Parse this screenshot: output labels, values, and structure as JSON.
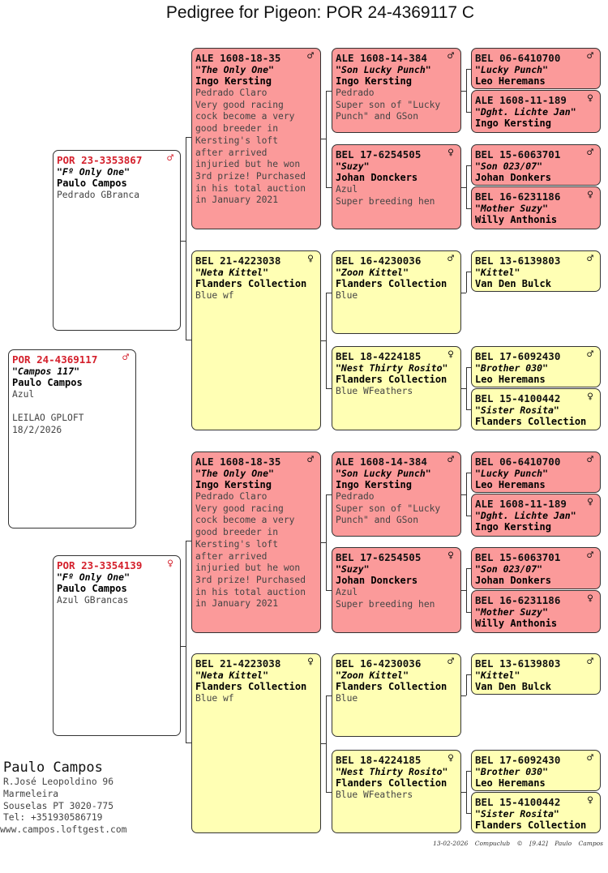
{
  "title": "Pedigree for Pigeon: POR 24-4369117 C",
  "breeder": {
    "name": "Paulo Campos",
    "lines": [
      "R.José Leopoldino 96",
      "Marmeleira",
      "Souselas PT 3020-775",
      "Tel: +351930586719"
    ],
    "website": "www.campos.loftgest.com"
  },
  "footer": "13-02-2026   Compuclub © [9.42]   Paulo Campos",
  "colors": {
    "red_box": "#fb9a9a",
    "yellow_box": "#ffffb4",
    "highlight": "#d4202c"
  },
  "boxes": [
    {
      "key": "s",
      "bg": "white",
      "hl": true,
      "ring": "POR 24-4369117",
      "sex": "♂",
      "name": "\"Campos 117\"",
      "owner": "Paulo Campos",
      "lines": [
        "Azul",
        "",
        "LEILAO GPLOFT",
        "18/2/2026"
      ]
    },
    {
      "key": "f",
      "bg": "white",
      "hl": true,
      "ring": "POR 23-3353867",
      "sex": "♂",
      "name": "\"Fº Only One\"",
      "owner": "Paulo Campos",
      "lines": [
        "Pedrado GBranca"
      ]
    },
    {
      "key": "m",
      "bg": "white",
      "hl": true,
      "ring": "POR 23-3354139",
      "sex": "♀",
      "name": "\"Fº Only One\"",
      "owner": "Paulo Campos",
      "lines": [
        "Azul GBrancas"
      ]
    },
    {
      "key": "ff",
      "bg": "red",
      "ring": "ALE 1608-18-35",
      "sex": "♂",
      "name": "\"The Only One\"",
      "owner": "Ingo Kersting",
      "lines": [
        "Pedrado Claro",
        "Very good racing",
        "cock become a very",
        "good breeder in",
        "Kersting's loft",
        "after arrived",
        "injuried but he won",
        "3rd prize! Purchased",
        "in his total auction",
        "in January 2021"
      ]
    },
    {
      "key": "fm",
      "bg": "yellow",
      "ring": "BEL 21-4223038",
      "sex": "♀",
      "name": "\"Neta Kittel\"",
      "owner": "Flanders Collection",
      "lines": [
        "Blue wf"
      ]
    },
    {
      "key": "mf",
      "bg": "red",
      "ring": "ALE 1608-18-35",
      "sex": "♂",
      "name": "\"The Only One\"",
      "owner": "Ingo Kersting",
      "lines": [
        "Pedrado Claro",
        "Very good racing",
        "cock become a very",
        "good breeder in",
        "Kersting's loft",
        "after arrived",
        "injuried but he won",
        "3rd prize! Purchased",
        "in his total auction",
        "in January 2021"
      ]
    },
    {
      "key": "mm",
      "bg": "yellow",
      "ring": "BEL 21-4223038",
      "sex": "♀",
      "name": "\"Neta Kittel\"",
      "owner": "Flanders Collection",
      "lines": [
        "Blue wf"
      ]
    },
    {
      "key": "fff",
      "bg": "red",
      "ring": "ALE 1608-14-384",
      "sex": "♂",
      "name": "\"Son Lucky Punch\"",
      "owner": "Ingo Kersting",
      "lines": [
        "Pedrado",
        "Super son of \"Lucky",
        "Punch\" and GSon"
      ]
    },
    {
      "key": "ffm",
      "bg": "red",
      "ring": "BEL 17-6254505",
      "sex": "♀",
      "name": "\"Suzy\"",
      "owner": "Johan Donckers",
      "lines": [
        "Azul",
        "Super breeding hen"
      ]
    },
    {
      "key": "fmf",
      "bg": "yellow",
      "ring": "BEL 16-4230036",
      "sex": "♂",
      "name": "\"Zoon Kittel\"",
      "owner": "Flanders Collection",
      "lines": [
        "Blue"
      ]
    },
    {
      "key": "fmm",
      "bg": "yellow",
      "ring": "BEL 18-4224185",
      "sex": "♀",
      "name": "\"Nest Thirty Rosito\"",
      "owner": "Flanders Collection",
      "lines": [
        "Blue WFeathers"
      ]
    },
    {
      "key": "mff",
      "bg": "red",
      "ring": "ALE 1608-14-384",
      "sex": "♂",
      "name": "\"Son Lucky Punch\"",
      "owner": "Ingo Kersting",
      "lines": [
        "Pedrado",
        "Super son of \"Lucky",
        "Punch\" and GSon"
      ]
    },
    {
      "key": "mfm",
      "bg": "red",
      "ring": "BEL 17-6254505",
      "sex": "♀",
      "name": "\"Suzy\"",
      "owner": "Johan Donckers",
      "lines": [
        "Azul",
        "Super breeding hen"
      ]
    },
    {
      "key": "mmf",
      "bg": "yellow",
      "ring": "BEL 16-4230036",
      "sex": "♂",
      "name": "\"Zoon Kittel\"",
      "owner": "Flanders Collection",
      "lines": [
        "Blue"
      ]
    },
    {
      "key": "mmm",
      "bg": "yellow",
      "ring": "BEL 18-4224185",
      "sex": "♀",
      "name": "\"Nest Thirty Rosito\"",
      "owner": "Flanders Collection",
      "lines": [
        "Blue WFeathers"
      ]
    },
    {
      "key": "ffff",
      "bg": "red",
      "ring": "BEL 06-6410700",
      "sex": "♂",
      "name": "\"Lucky Punch\"",
      "owner": "Leo Heremans",
      "lines": []
    },
    {
      "key": "fffm",
      "bg": "red",
      "ring": "ALE 1608-11-189",
      "sex": "♀",
      "name": "\"Dght. Lichte Jan\"",
      "owner": "Ingo Kersting",
      "lines": []
    },
    {
      "key": "ffmf",
      "bg": "red",
      "ring": "BEL 15-6063701",
      "sex": "♂",
      "name": "\"Son 023/07\"",
      "owner": "Johan Donkers",
      "lines": []
    },
    {
      "key": "ffmm",
      "bg": "red",
      "ring": "BEL 16-6231186",
      "sex": "♀",
      "name": "\"Mother Suzy\"",
      "owner": "Willy Anthonis",
      "lines": []
    },
    {
      "key": "fmff",
      "bg": "yellow",
      "ring": "BEL 13-6139803",
      "sex": "♂",
      "name": "\"Kittel\"",
      "owner": "Van Den Bulck",
      "lines": []
    },
    {
      "key": "fmmf",
      "bg": "yellow",
      "ring": "BEL 17-6092430",
      "sex": "♂",
      "name": "\"Brother 030\"",
      "owner": "Leo Heremans",
      "lines": []
    },
    {
      "key": "fmmm",
      "bg": "yellow",
      "ring": "BEL 15-4100442",
      "sex": "♀",
      "name": "\"Sister Rosita\"",
      "owner": "Flanders Collection",
      "lines": []
    },
    {
      "key": "mfff",
      "bg": "red",
      "ring": "BEL 06-6410700",
      "sex": "♂",
      "name": "\"Lucky Punch\"",
      "owner": "Leo Heremans",
      "lines": []
    },
    {
      "key": "mffm",
      "bg": "red",
      "ring": "ALE 1608-11-189",
      "sex": "♀",
      "name": "\"Dght. Lichte Jan\"",
      "owner": "Ingo Kersting",
      "lines": []
    },
    {
      "key": "mfmf",
      "bg": "red",
      "ring": "BEL 15-6063701",
      "sex": "♂",
      "name": "\"Son 023/07\"",
      "owner": "Johan Donkers",
      "lines": []
    },
    {
      "key": "mfmm",
      "bg": "red",
      "ring": "BEL 16-6231186",
      "sex": "♀",
      "name": "\"Mother Suzy\"",
      "owner": "Willy Anthonis",
      "lines": []
    },
    {
      "key": "mmff",
      "bg": "yellow",
      "ring": "BEL 13-6139803",
      "sex": "♂",
      "name": "\"Kittel\"",
      "owner": "Van Den Bulck",
      "lines": []
    },
    {
      "key": "mmmf",
      "bg": "yellow",
      "ring": "BEL 17-6092430",
      "sex": "♂",
      "name": "\"Brother 030\"",
      "owner": "Leo Heremans",
      "lines": []
    },
    {
      "key": "mmmm",
      "bg": "yellow",
      "ring": "BEL 15-4100442",
      "sex": "♀",
      "name": "\"Sister Rosita\"",
      "owner": "Flanders Collection",
      "lines": []
    }
  ]
}
